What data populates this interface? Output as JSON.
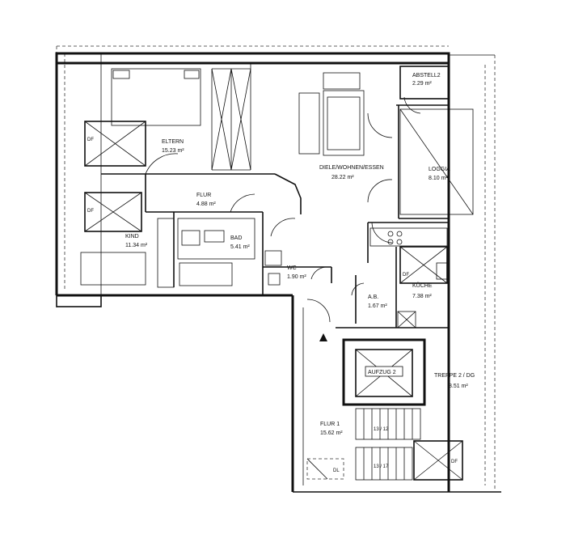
{
  "rooms": {
    "eltern": {
      "name": "ELTERN",
      "area": "15.23 m²"
    },
    "flur": {
      "name": "FLUR",
      "area": "4.88 m²"
    },
    "kind": {
      "name": "KIND",
      "area": "11.34 m²"
    },
    "bad": {
      "name": "BAD",
      "area": "5.41 m²"
    },
    "wc": {
      "name": "WC",
      "area": "1.90 m²"
    },
    "diele": {
      "name": "DIELE/WOHNEN/ESSEN",
      "area": "28.22 m²"
    },
    "loggia": {
      "name": "LOGGIA",
      "area": "8.10 m²"
    },
    "abstell": {
      "name": "ABSTELL2",
      "area": "2.29 m²"
    },
    "kueche": {
      "name": "KÜCHE",
      "area": "7.38 m²"
    },
    "ab": {
      "name": "A.B.",
      "area": "1.67 m²"
    },
    "aufzug": {
      "name": "AUFZUG 2"
    },
    "treppe": {
      "name": "TREPPE 2 / DG",
      "area": "8.51 m²"
    },
    "flur1": {
      "name": "FLUR 1",
      "area": "15.62 m²"
    }
  },
  "markers": {
    "df": "DF",
    "dl": "DL",
    "stair_upper": "13 / 12",
    "stair_lower": "13 / 17"
  }
}
